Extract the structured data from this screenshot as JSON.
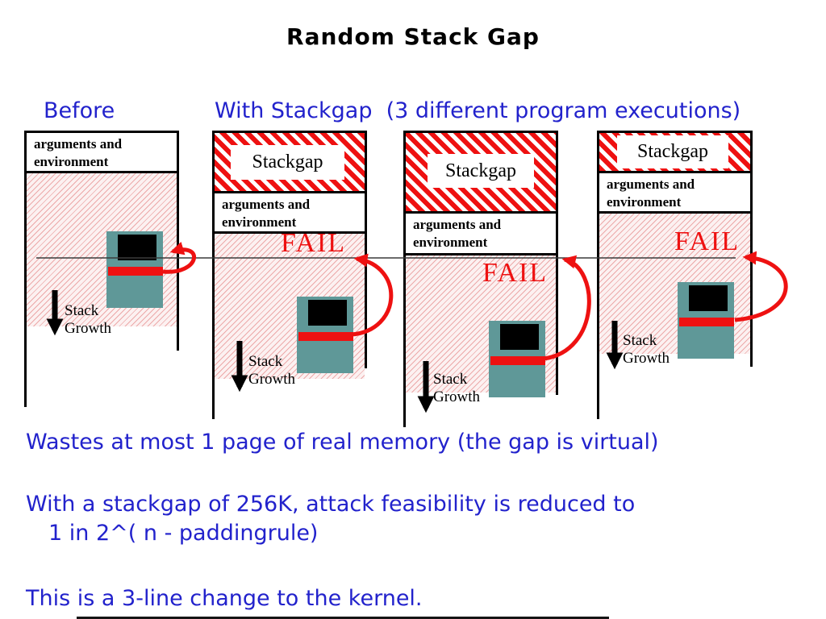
{
  "title": "Random Stack Gap",
  "header": {
    "before": "Before",
    "with_stackgap": "With Stackgap  (3 different program executions)"
  },
  "diagram": {
    "stackgap": "Stackgap",
    "args_env": "arguments and environment",
    "fail": "FAIL",
    "stack_growth": {
      "line1": "Stack",
      "line2": "Growth"
    }
  },
  "notes": {
    "line1": "Wastes at most 1 page of real memory (the gap is virtual)",
    "line2a": "With a stackgap of 256K, attack feasibility is reduced to",
    "line2b": "1 in 2^( n - paddingrule)",
    "line3": "This is a 3-line change to the kernel."
  },
  "colors": {
    "text_blue": "#2222cc",
    "fail_red": "#ee1111",
    "hatch_red": "#ee1111",
    "stack_pink": "#fcf1f1",
    "computer_teal": "#5f9898",
    "screen_black": "#000000",
    "led_bar_red": "#ee1111"
  }
}
